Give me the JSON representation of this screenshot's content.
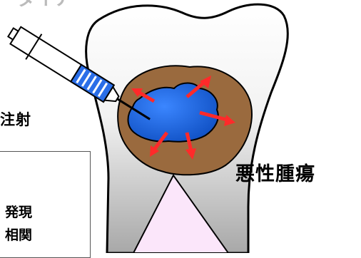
{
  "diagram": {
    "top_text": "ダイア",
    "injection_label": "内注射",
    "tumor_label": "悪性腫瘍",
    "note_lines": [
      "発現",
      "相関"
    ]
  },
  "colors": {
    "tooth_outline": "#000000",
    "tooth_fill_top": "#ffffff",
    "tooth_fill_bottom": "#a8a8a8",
    "tumor_brown": "#9a6a3e",
    "tumor_core_blue": "#1a66e0",
    "arrow_red": "#ff2a2a",
    "pulp_pink": "#fbe6fa",
    "syringe_stripe": "#2a6ee8"
  }
}
